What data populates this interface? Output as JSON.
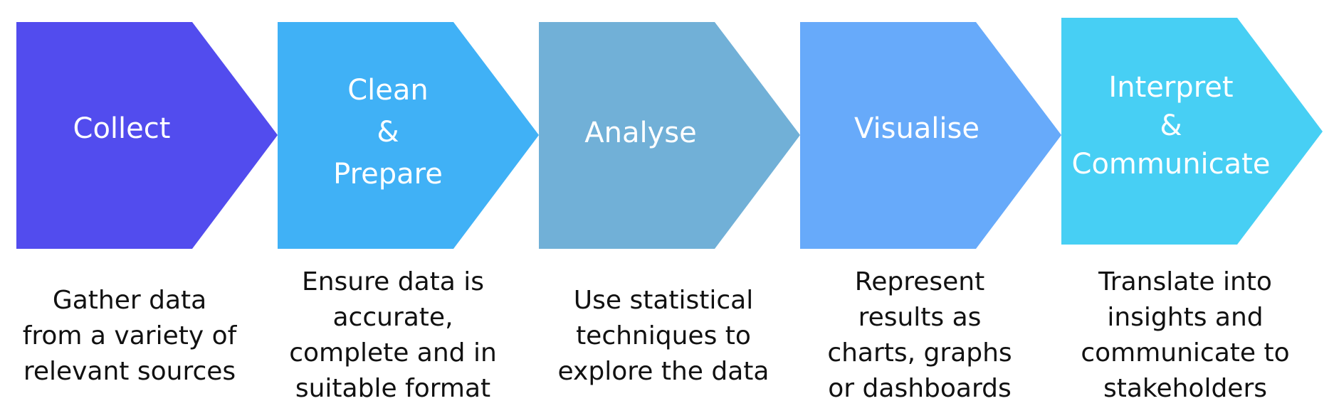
{
  "steps": [
    {
      "title_lines": [
        "Collect"
      ],
      "description_lines": [
        "Gather data",
        "from a variety of",
        "relevant sources"
      ],
      "color": "#524CEE"
    },
    {
      "title_lines": [
        "Clean",
        "&",
        "Prepare"
      ],
      "description_lines": [
        "Ensure data is",
        "accurate,",
        "complete and in",
        "suitable format"
      ],
      "color": "#40B1F6"
    },
    {
      "title_lines": [
        "Analyse"
      ],
      "description_lines": [
        "Use statistical",
        "techniques to",
        "explore the data"
      ],
      "color": "#71B0D7"
    },
    {
      "title_lines": [
        "Visualise"
      ],
      "description_lines": [
        "Represent",
        "results as",
        "charts, graphs",
        "or dashboards"
      ],
      "color": "#67AAFA"
    },
    {
      "title_lines": [
        "Interpret",
        "&",
        "Communicate"
      ],
      "description_lines": [
        "Translate into",
        "insights and",
        "communicate to",
        "stakeholders"
      ],
      "color": "#47CFF4"
    }
  ]
}
